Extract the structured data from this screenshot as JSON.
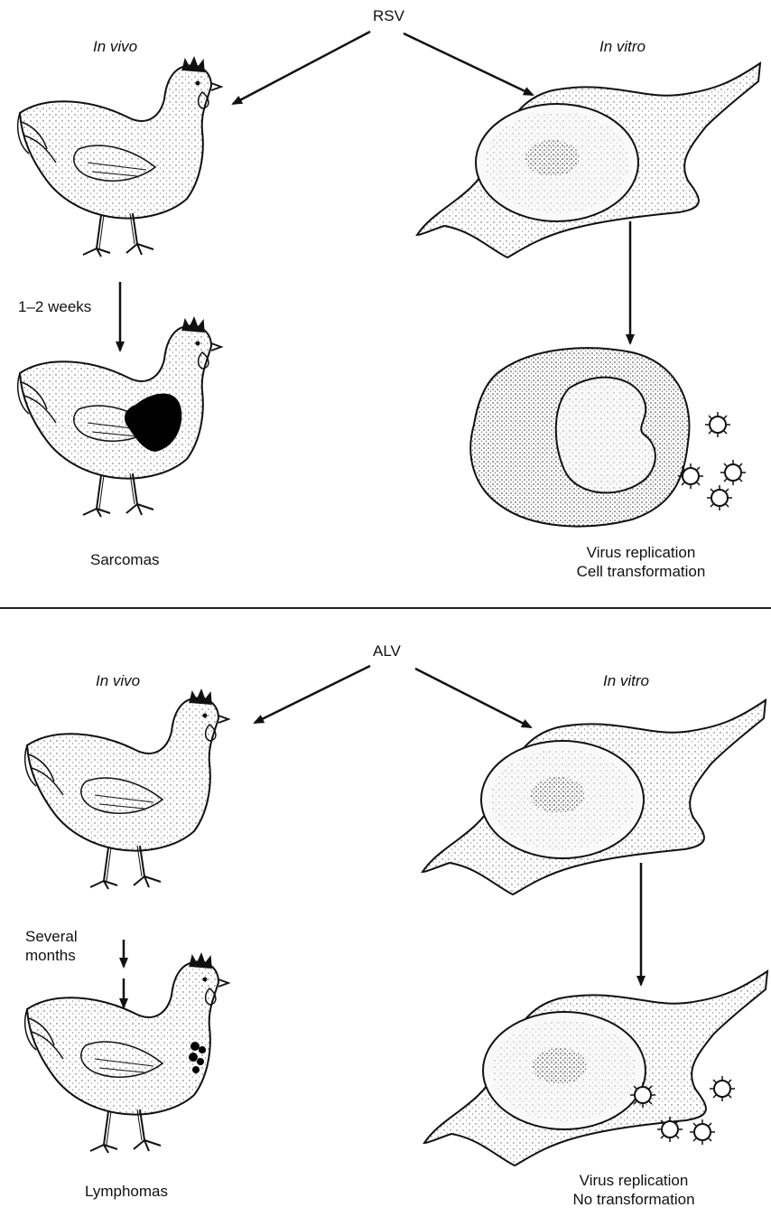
{
  "top": {
    "virus": "RSV",
    "in_vivo": "In vivo",
    "in_vitro": "In vitro",
    "time": "1–2 weeks",
    "outcome_vivo": "Sarcomas",
    "outcome_vitro_1": "Virus replication",
    "outcome_vitro_2": "Cell transformation"
  },
  "bottom": {
    "virus": "ALV",
    "in_vivo": "In vivo",
    "in_vitro": "In vitro",
    "time_1": "Several",
    "time_2": "months",
    "outcome_vivo": "Lymphomas",
    "outcome_vitro_1": "Virus replication",
    "outcome_vitro_2": "No transformation"
  },
  "colors": {
    "ink": "#111111",
    "cell_fill": "#ececec",
    "nucleus_fill": "#f7f7f7",
    "tumor": "#000000"
  }
}
